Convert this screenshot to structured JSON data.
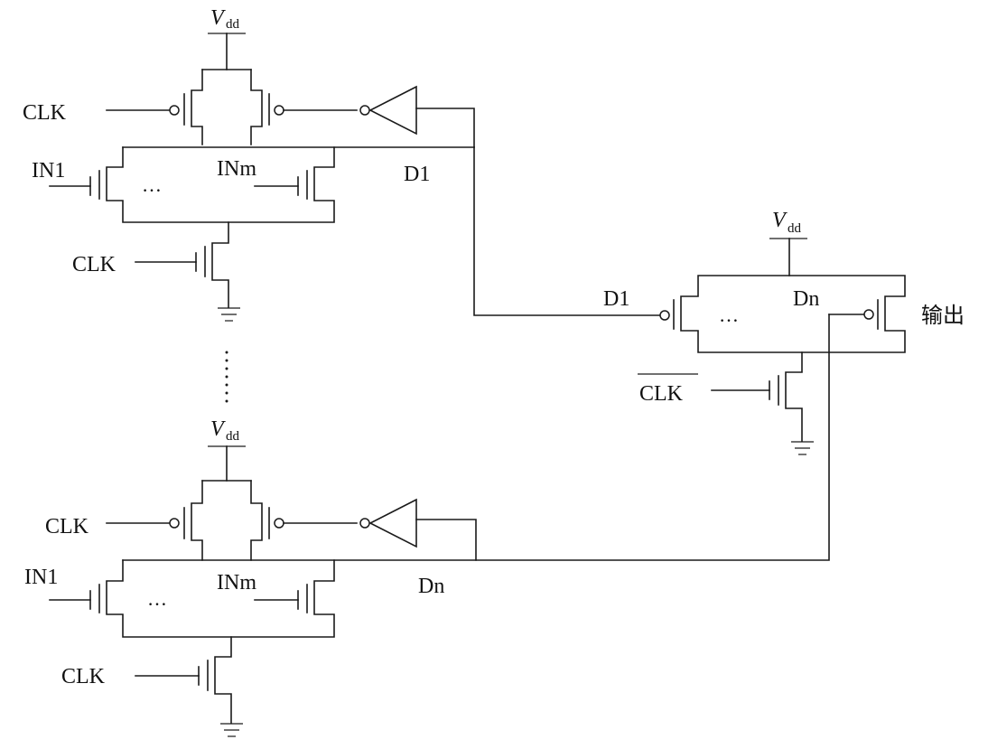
{
  "labels": {
    "vdd_main": "V",
    "vdd_sub": "dd",
    "clk": "CLK",
    "clk_bar": "CLK",
    "in1": "IN1",
    "inm": "INm",
    "d1": "D1",
    "dn": "Dn",
    "ellipsis": "…",
    "output": "输出"
  },
  "colors": {
    "line": "#1a1a1a",
    "background": "#ffffff"
  }
}
